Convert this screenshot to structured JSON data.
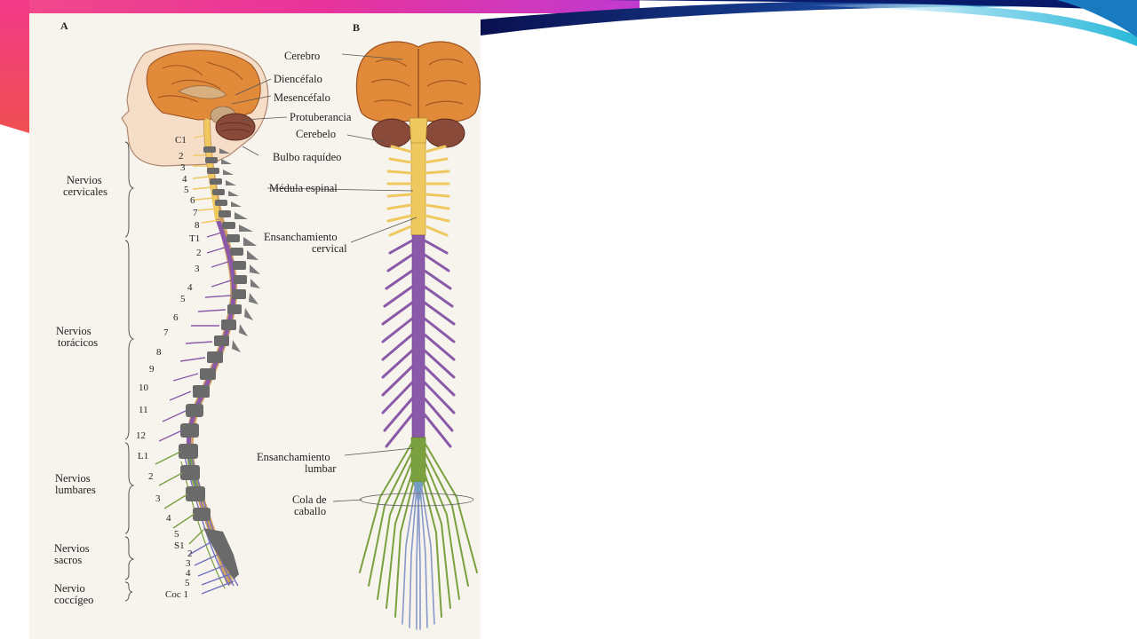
{
  "colors": {
    "banner_magenta": "#e8339a",
    "banner_red": "#e8334a",
    "banner_navy": "#0a1a6a",
    "banner_cyan": "#2ab8d8",
    "brain": "#e08a3a",
    "cerebellum": "#8a4a3a",
    "cervical_cord": "#f0c860",
    "thoracic_cord": "#8a5aa8",
    "lumbar_cord": "#7aa040",
    "sacral_cord": "#7070c0",
    "vertebra": "#6a6a6a",
    "skin": "#f5ddc8"
  },
  "figure": {
    "panel_a": "A",
    "panel_b": "B",
    "labels_b": {
      "cerebro": "Cerebro",
      "diencefalo": "Diencéfalo",
      "mesencefalo": "Mesencéfalo",
      "protuberancia": "Protuberancia",
      "cerebelo": "Cerebelo",
      "bulbo": "Bulbo raquídeo",
      "medula": "Médula espinal",
      "ens_cervical_1": "Ensanchamiento",
      "ens_cervical_2": "cervical",
      "ens_lumbar_1": "Ensanchamiento",
      "ens_lumbar_2": "lumbar",
      "cola_1": "Cola de",
      "cola_2": "caballo"
    },
    "groups": {
      "cervicales_1": "Nervios",
      "cervicales_2": "cervicales",
      "toracicos_1": "Nervios",
      "toracicos_2": "torácicos",
      "lumbares_1": "Nervios",
      "lumbares_2": "lumbares",
      "sacros_1": "Nervios",
      "sacros_2": "sacros",
      "coccigeo_1": "Nervio",
      "coccigeo_2": "coccígeo"
    },
    "nerve_numbers": [
      "C1",
      "2",
      "3",
      "4",
      "5",
      "6",
      "7",
      "8",
      "T1",
      "2",
      "3",
      "4",
      "5",
      "6",
      "7",
      "8",
      "9",
      "10",
      "11",
      "12",
      "L1",
      "2",
      "3",
      "4",
      "5",
      "S1",
      "2",
      "3",
      "4",
      "5",
      "Coc 1"
    ]
  }
}
